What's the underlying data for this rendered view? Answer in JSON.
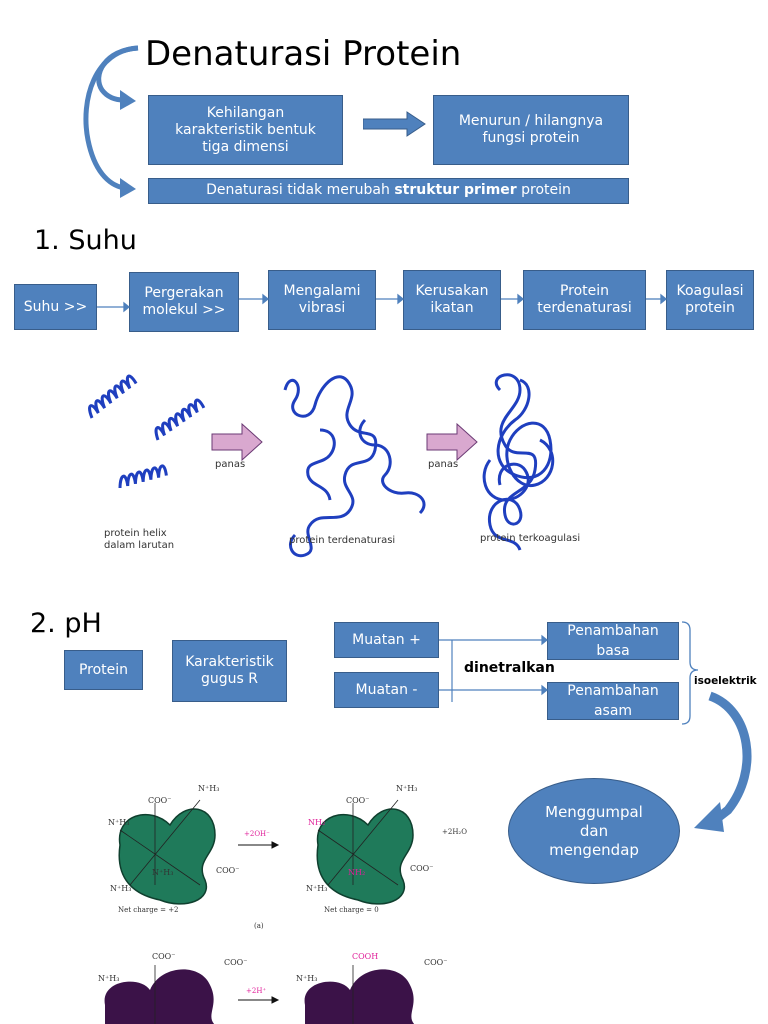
{
  "title": "Denaturasi Protein",
  "top": {
    "box1": [
      "Kehilangan",
      "karakteristik bentuk",
      "tiga dimensi"
    ],
    "box2": [
      "Menurun / hilangnya",
      "fungsi protein"
    ],
    "box3_pre": "Denaturasi tidak merubah ",
    "box3_bold": "struktur primer",
    "box3_post": " protein"
  },
  "section1": {
    "heading": "1. Suhu",
    "flow": [
      [
        "Suhu >>"
      ],
      [
        "Pergerakan",
        "molekul >>"
      ],
      [
        "Mengalami",
        "vibrasi"
      ],
      [
        "Kerusakan",
        "ikatan"
      ],
      [
        "Protein",
        "terdenaturasi"
      ],
      [
        "Koagulasi",
        "protein"
      ]
    ],
    "figure": {
      "arrow_label": "panas",
      "caption_helix": [
        "protein helix",
        "dalam larutan"
      ],
      "caption_denat": "protein terdenaturasi",
      "caption_coag": "protein terkoagulasi"
    }
  },
  "section2": {
    "heading": "2. pH",
    "protein": "Protein",
    "gugus": [
      "Karakteristik",
      "gugus R"
    ],
    "muatan_plus": "Muatan +",
    "muatan_minus": "Muatan -",
    "dinetralkan": "dinetralkan",
    "basa": [
      "Penambahan",
      "basa"
    ],
    "asam": [
      "Penambahan",
      "asam"
    ],
    "isoelektrik": "isoelektrik",
    "menggumpal": [
      "Menggumpal",
      "dan",
      "mengendap"
    ],
    "figure": {
      "coo": "COO⁻",
      "nh3": "N⁺H₃",
      "nh2": "NH₂",
      "cooh": "COOH",
      "reagent_a": "+2OH⁻",
      "product_a": "+2H₂O",
      "reagent_b": "+2H⁺",
      "net_charge_left": "Net charge = +2",
      "net_charge_right": "Net charge = 0",
      "panel_a": "(a)"
    }
  },
  "colors": {
    "box_fill": "#4f81bd",
    "box_border": "#385d8a",
    "coil": "#1f3fbf",
    "green_protein": "#1f7a5a",
    "purple_protein": "#3b1248",
    "magenta_label": "#e0209a"
  }
}
